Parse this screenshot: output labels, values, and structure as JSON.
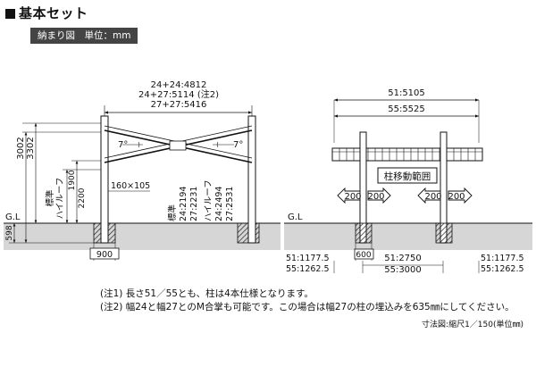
{
  "header": {
    "title": "基本セット",
    "badge": "納まり図　単位：mm"
  },
  "left_view": {
    "width_dims": [
      "24+24:4812",
      "24+27:5114 (注2)",
      "27+27:5416"
    ],
    "height_standard": "3002",
    "height_high": "3302",
    "label_standard": "標準",
    "label_high_roof": "ハイルーフ",
    "standard_h": "1900",
    "high_h": "2200",
    "post_size": "160×105",
    "angle_left": "7°",
    "angle_right": "7°",
    "standard_dims": [
      "24:2194",
      "27:2231"
    ],
    "high_dims": [
      "24:2494",
      "27:2531"
    ],
    "gl": "G.L",
    "embed": "598",
    "base_width": "900"
  },
  "right_view": {
    "width_dims": [
      "51:5105",
      "55:5525"
    ],
    "movable_label": "柱移動範囲",
    "move_values": [
      "200",
      "200",
      "200",
      "200"
    ],
    "gl": "G.L",
    "base_width": "600",
    "bottom_left": [
      "51:1177.5",
      "55:1262.5"
    ],
    "bottom_center": [
      "51:2750",
      "55:3000"
    ],
    "bottom_right": [
      "51:1177.5",
      "55:1262.5"
    ]
  },
  "notes": [
    "(注1) 長さ51／55とも、柱は4本仕様となります。",
    "(注2) 幅24と幅27とのM合掌も可能です。この場合は幅27の柱の埋込みを635㎜にしてください。"
  ],
  "scale_note": "寸法図:縮尺1／150(単位㎜)"
}
